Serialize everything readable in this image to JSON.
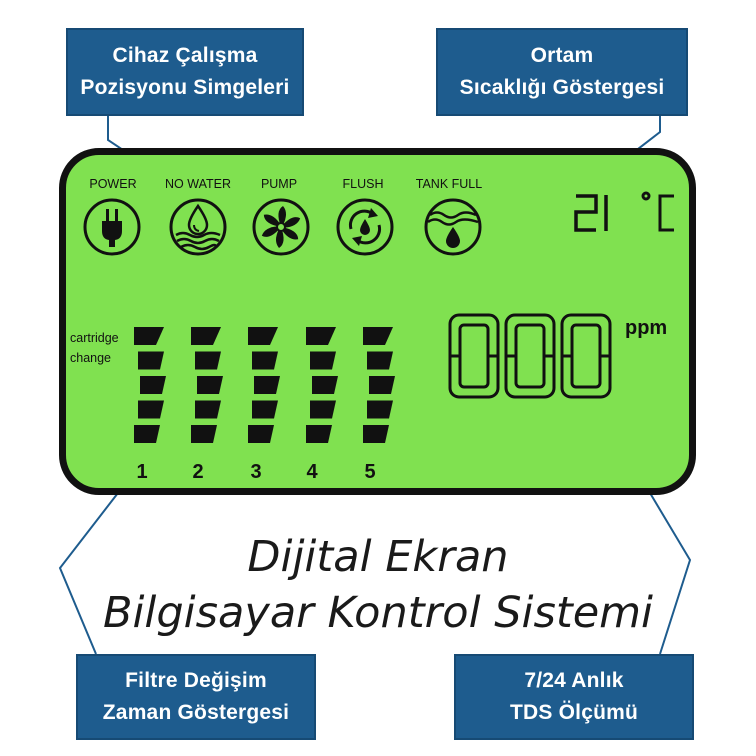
{
  "callouts": {
    "top_left": [
      "Cihaz Çalışma",
      "Pozisyonu Simgeleri"
    ],
    "top_right": [
      "Ortam",
      "Sıcaklığı Göstergesi"
    ],
    "bottom_left": [
      "Filtre Değişim",
      "Zaman Göstergesi"
    ],
    "bottom_right": [
      "7/24 Anlık",
      "TDS Ölçümü"
    ]
  },
  "display": {
    "icons": [
      {
        "label": "POWER",
        "icon": "plug-icon"
      },
      {
        "label": "NO WATER",
        "icon": "water-drop-icon"
      },
      {
        "label": "PUMP",
        "icon": "fan-icon"
      },
      {
        "label": "FLUSH",
        "icon": "recycle-icon"
      },
      {
        "label": "TANK FULL",
        "icon": "tank-full-icon"
      }
    ],
    "temperature": "21",
    "temperature_unit": "°C",
    "cartridge_label": [
      "cartridge",
      "change"
    ],
    "slots": [
      "1",
      "2",
      "3",
      "4",
      "5"
    ],
    "tds_value": "000",
    "tds_unit": "ppm"
  },
  "caption": [
    "Dijital Ekran",
    "Bilgisayar Kontrol Sistemi"
  ],
  "colors": {
    "lcd_background": "#80e150",
    "callout_background": "#1e5c8e",
    "connector_line": "#1e5c8e"
  }
}
